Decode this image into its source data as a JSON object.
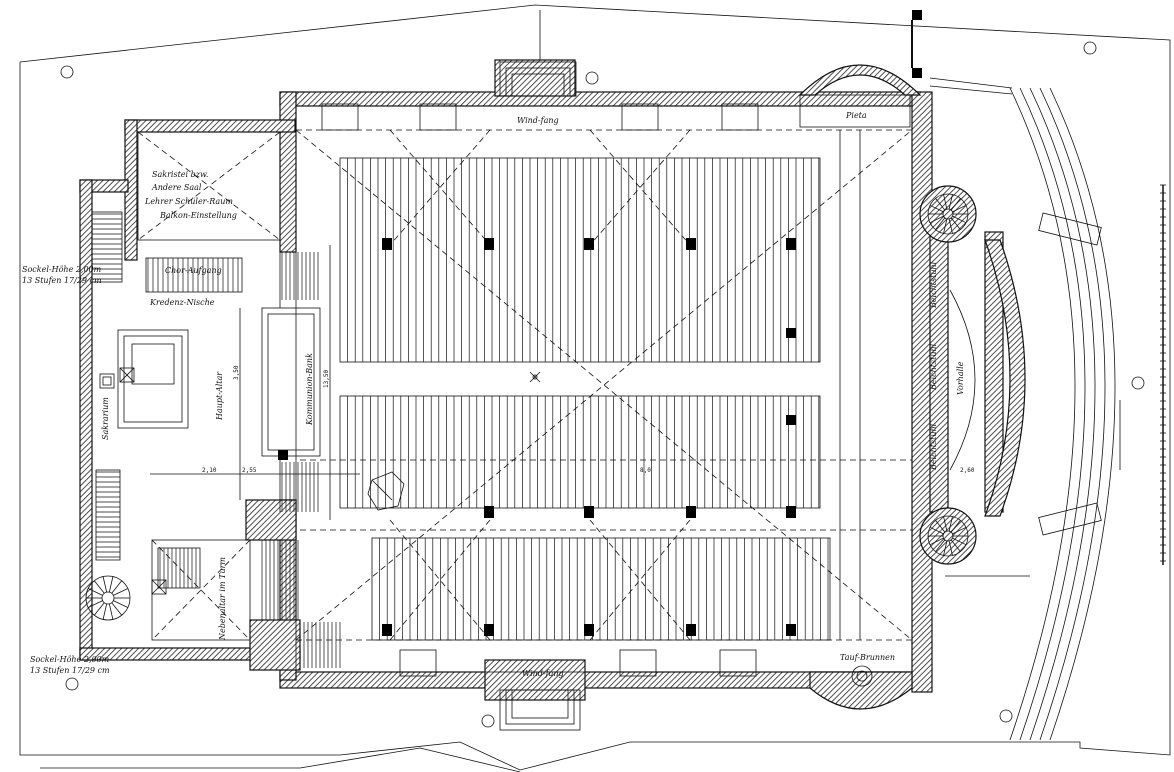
{
  "labels": {
    "sakristei": "Sakristei bzw.",
    "andere_saal": "Andere Saal",
    "sakristei_3": "Lehrer Schüler-Raum",
    "balkon": "Balkon-Einstellung",
    "chor_aufgang": "Chor-Aufgang",
    "kredenz": "Kredenz-Nische",
    "haupt_altar": "Haupt-Altar",
    "sakrarium": "Sakrarium",
    "kommunion_bank": "Kommunion-Bank",
    "windfang_top": "Wind-fang",
    "windfang_bottom": "Wind-fang",
    "pieta": "Pieta",
    "vorhalle": "Vorhalle",
    "beichtstuhl_1": "Beichtstuhl",
    "beichtstuhl_2": "Beichtstuhl",
    "beichtstuhl_3": "Beichtstuhl",
    "taufbrunnen": "Tauf-Brunnen",
    "nebenaltar": "Nebenaltar im Turm",
    "sockel_top": "Sockel-Höhe 2,00m",
    "sockel_top2": "13 Stufen 17/29 cm",
    "sockel_bottom": "Sockel-Höhe 2,00m",
    "sockel_bottom2": "13 Stufen 17/29 cm"
  },
  "dimensions": {
    "d_3_50": "3,50",
    "d_13_50": "13,50",
    "d_2_10": "2,10",
    "d_2_55": "2,55",
    "d_8_0": "8,0",
    "d_2_60": "2,60"
  }
}
